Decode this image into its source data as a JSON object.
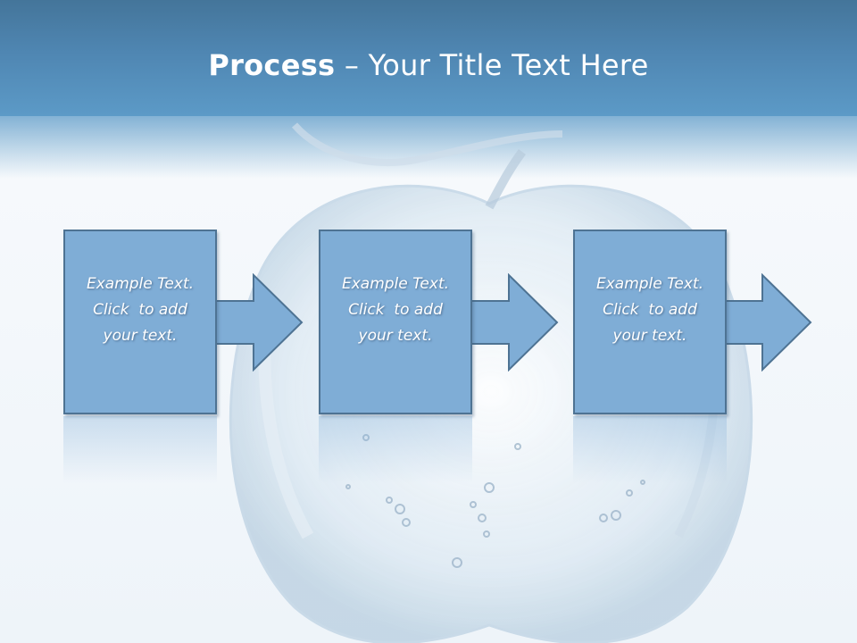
{
  "slide": {
    "title_bold": "Process",
    "title_rest": " – Your Title Text Here"
  },
  "steps": [
    {
      "line1": "Example Text.",
      "line2": "Click  to add",
      "line3": "your text."
    },
    {
      "line1": "Example Text.",
      "line2": "Click  to add",
      "line3": "your text."
    },
    {
      "line1": "Example Text.",
      "line2": "Click  to add",
      "line3": "your text."
    }
  ],
  "colors": {
    "title_bar": "#4f86b2",
    "box_fill": "#7fadd6",
    "box_border": "#4e7393"
  }
}
